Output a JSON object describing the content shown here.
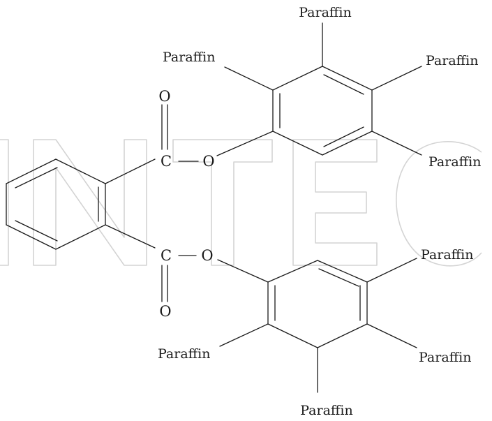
{
  "diagram": {
    "atoms": {
      "oxygen": "O",
      "carbon": "C"
    },
    "substituents": {
      "paraffin": "Paraffin"
    }
  }
}
